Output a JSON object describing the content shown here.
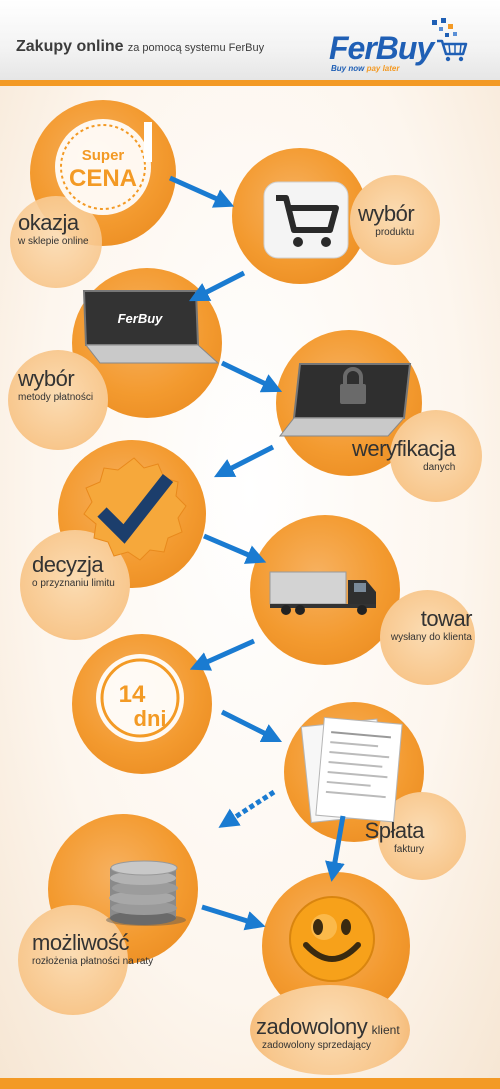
{
  "header": {
    "title_bold": "Zakupy online",
    "title_rest": "za pomocą systemu FerBuy",
    "logo_text": "FerBuy",
    "logo_tagline_1": "Buy now",
    "logo_tagline_2": "pay later"
  },
  "icons": {
    "price_tag_line1": "Super",
    "price_tag_line2": "CENA",
    "laptop_brand": "FerBuy",
    "days_number": "14",
    "days_unit": "dni"
  },
  "steps": [
    {
      "title": "okazja",
      "subtitle": "w sklepie online"
    },
    {
      "title": "wybór",
      "subtitle": "produktu"
    },
    {
      "title": "wybór",
      "subtitle": "metody płatności"
    },
    {
      "title": "weryfikacja",
      "subtitle": "danych"
    },
    {
      "title": "decyzja",
      "subtitle": "o przyznaniu limitu"
    },
    {
      "title": "towar",
      "subtitle": "wysłany do klienta"
    },
    {
      "title": "Spłata",
      "subtitle": "faktury"
    },
    {
      "title": "możliwość",
      "subtitle": "rozłożenia płatności na raty"
    },
    {
      "title": "zadowolony",
      "title_suffix": "klient",
      "subtitle": "zadowolony sprzedający"
    }
  ],
  "colors": {
    "accent": "#f39a25",
    "arrow": "#1a7bd1",
    "brand": "#1f5fb5",
    "text": "#333333"
  }
}
